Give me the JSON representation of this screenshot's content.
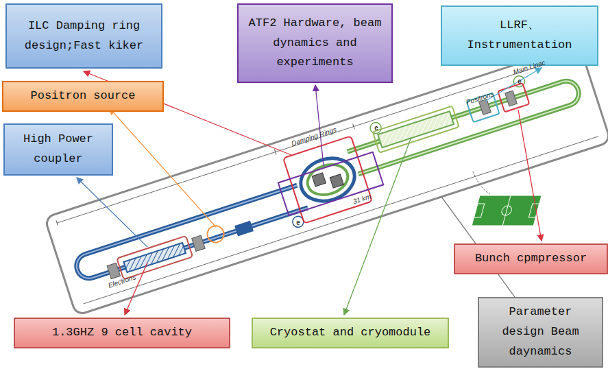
{
  "diagram": {
    "nodes": [
      {
        "text": [
          "ILC Damping ring design;Fast kiker"
        ]
      },
      {
        "text": [
          "Positron source"
        ]
      },
      {
        "text": [
          "ATF2 Hardware, beam dynamics and experiments"
        ]
      },
      {
        "text": [
          "LLRF、 Instrumentation"
        ]
      },
      {
        "text": [
          "High Power coupler"
        ]
      },
      {
        "text": [
          "Bunch cpmpressor"
        ]
      },
      {
        "text": [
          "1.3GHZ 9 cell cavity"
        ]
      },
      {
        "text": [
          "Cryostat and cryomodule"
        ]
      },
      {
        "text": [
          "Parameter design Beam daynamics"
        ]
      }
    ],
    "labels": [
      "Damping Rings",
      "Main Linac",
      "Electrons",
      "Positrons",
      "31 km",
      "e",
      "e",
      "e"
    ]
  }
}
